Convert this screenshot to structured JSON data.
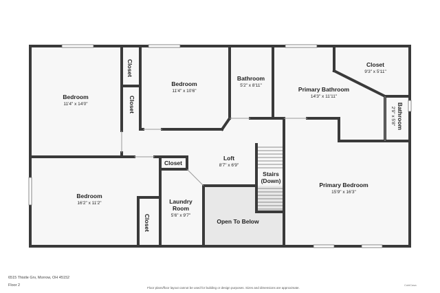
{
  "rooms": {
    "bedroom_nw": {
      "name": "Bedroom",
      "dims": "11'4\" x 14'0\""
    },
    "closet_a": {
      "name": "Closet"
    },
    "closet_b": {
      "name": "Closet"
    },
    "bedroom_n": {
      "name": "Bedroom",
      "dims": "11'4\" x 10'6\""
    },
    "bathroom": {
      "name": "Bathroom",
      "dims": "5'2\" x 8'11\""
    },
    "primary_bathroom": {
      "name": "Primary Bathroom",
      "dims": "14'3\" x 11'11\""
    },
    "closet_ne": {
      "name": "Closet",
      "dims": "9'3\" x 5'11\""
    },
    "bathroom_small": {
      "name": "Bathroom",
      "dims": "2'9\" x 5'8\""
    },
    "loft": {
      "name": "Loft",
      "dims": "8'7\" x 6'9\""
    },
    "closet_loft": {
      "name": "Closet"
    },
    "stairs": {
      "name_line1": "Stairs",
      "name_line2": "(Down)"
    },
    "primary_bedroom": {
      "name": "Primary Bedroom",
      "dims": "15'9\" x 16'3\""
    },
    "bedroom_sw": {
      "name": "Bedroom",
      "dims": "16'2\" x 11'2\""
    },
    "closet_sw": {
      "name": "Closet"
    },
    "laundry": {
      "name_line1": "Laundry",
      "name_line2": "Room",
      "dims": "5'6\" x 9'7\""
    },
    "open_to_below": {
      "name": "Open To Below"
    }
  },
  "footer": {
    "address": "6515 Thistle Grv, Morrow, OH 45152",
    "floor": "Floor 2",
    "disclaimer": "Floor plans/floor layout cannot be used for building or design purposes. Sizes and dimensions are approximate.",
    "logo": "CubiCasa"
  },
  "colors": {
    "wall": "#3a3a3a",
    "floor": "#f7f7f7",
    "open_area": "#e8e8e8",
    "window": "#ffffff"
  }
}
